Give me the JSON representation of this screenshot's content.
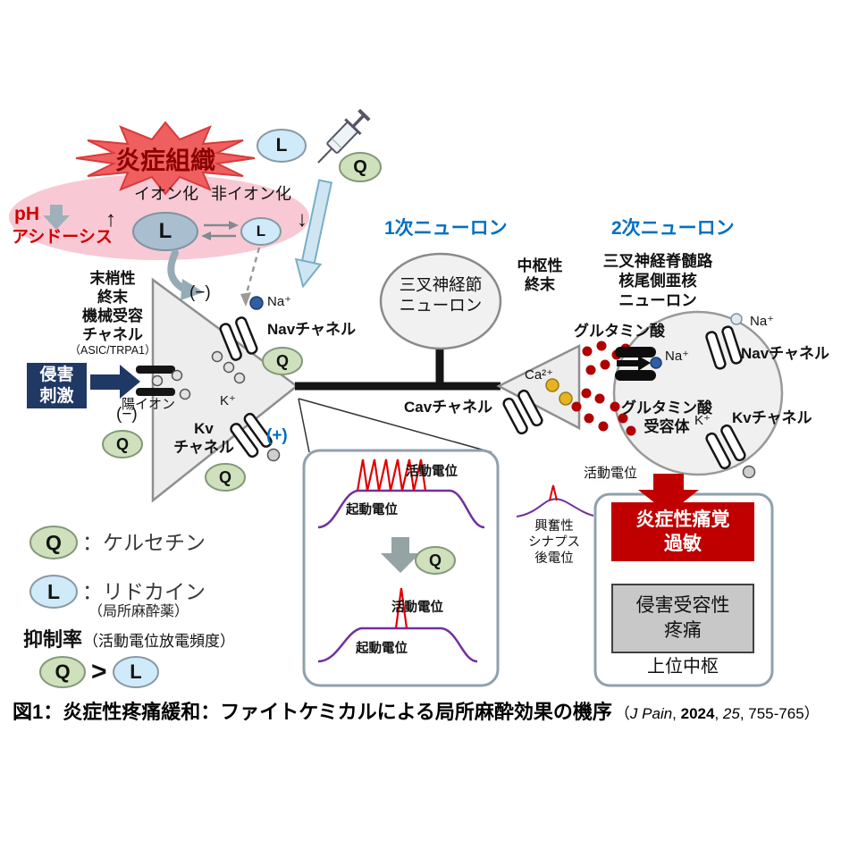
{
  "inflammation": {
    "tissue": "炎症組織",
    "ph": "pH",
    "acidosis": "アシドーシス",
    "ionized": "イオン化",
    "nonionized": "非イオン化",
    "arrow_up": "↑",
    "arrow_down": "↓"
  },
  "agents": {
    "q": "Q",
    "l": "L"
  },
  "headers": {
    "primary": "1次ニューロン",
    "secondary": "2次ニューロン"
  },
  "neuron1": {
    "peripheral_terminal": "末梢性\n終末",
    "mechanoreceptor": "機械受容\nチャネル",
    "mechanoreceptor_sub": "（ASIC/TRPA1）",
    "noxious_stimulus": "侵害\n刺激",
    "cation": "陽イオン",
    "minus": "(−)",
    "plus": "(+)",
    "ganglion": "三叉神経節\nニューロン",
    "central_terminal": "中枢性\n終末"
  },
  "channels": {
    "nav": "Navチャネル",
    "kv": "Kvチャネル",
    "kv_stacked": "Kv\nチャネル",
    "cav": "Cavチャネル"
  },
  "ions": {
    "na": "Na⁺",
    "k": "K⁺",
    "ca": "Ca²⁺"
  },
  "neuron2": {
    "nucleus": "三叉神経脊髄路\n核尾側亜核\nニューロン",
    "glutamate": "グルタミン酸",
    "glutamate_receptor": "グルタミン酸\n受容体",
    "epsp": "興奮性\nシナプス\n後電位",
    "hyperalgesia": "炎症性痛覚\n過敏",
    "nociceptive_pain": "侵害受容性\n疼痛",
    "higher_center": "上位中枢"
  },
  "traces": {
    "action_potential": "活動電位",
    "generator_potential": "起動電位"
  },
  "legend": {
    "q_name": "：ケルセチン",
    "l_name": "：リドカイン",
    "l_sub": "（局所麻酔薬）",
    "inhibition": "抑制率",
    "inhibition_sub": "（活動電位放電頻度）",
    "gt": ">"
  },
  "caption": {
    "main": "図1：炎症性疼痛緩和：ファイトケミカルによる局所麻酔効果の機序",
    "cite_open": "（",
    "journal": "J Pain",
    "sep1": ", ",
    "year": "2024",
    "sep2": ", ",
    "volume": "25",
    "pages": ", 755-765）"
  },
  "colors": {
    "accent_blue": "#0070c0",
    "alert_red": "#c00000",
    "navy": "#203864"
  }
}
